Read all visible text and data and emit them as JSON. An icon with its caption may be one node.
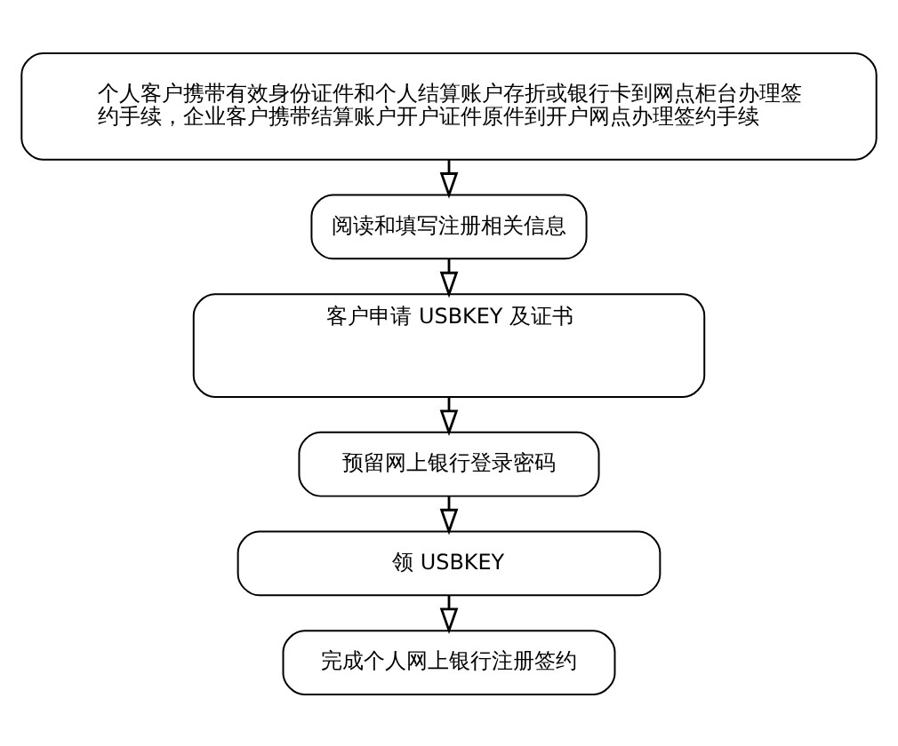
{
  "diagram": {
    "nodes": [
      {
        "text": [
          "个人客户携带有效身份证件和个人结算账户存折或银行卡到网点柜台办理签约手续，企业客户携带结算账户开户证件原件到开户网点办理签约手续"
        ]
      },
      {
        "text": [
          "阅读和填写注册相关信息"
        ]
      },
      {
        "text": [
          "客户申请 USBKEY 及证书"
        ]
      },
      {
        "text": [
          "预留网上银行登录密码"
        ]
      },
      {
        "text": [
          "领 USBKEY"
        ]
      },
      {
        "text": [
          "完成个人网上银行注册签约"
        ]
      }
    ],
    "edges": [
      {
        "from": 0,
        "to": 1,
        "arrow": "to"
      },
      {
        "from": 1,
        "to": 2,
        "arrow": "to"
      },
      {
        "from": 2,
        "to": 3,
        "arrow": "to"
      },
      {
        "from": 3,
        "to": 4,
        "arrow": "to"
      },
      {
        "from": 4,
        "to": 5,
        "arrow": "to"
      }
    ]
  }
}
